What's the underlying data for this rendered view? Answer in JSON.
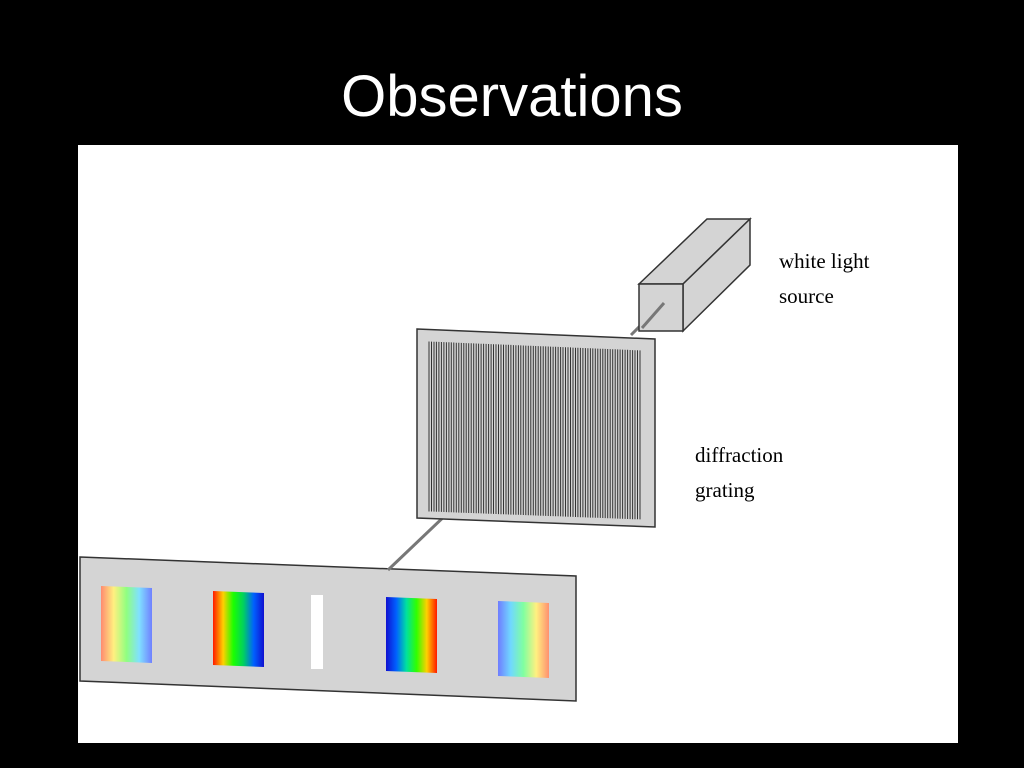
{
  "slide": {
    "title": "Observations"
  },
  "diagram": {
    "labels": {
      "light_source_line1": "white light",
      "light_source_line2": "source",
      "grating_line1": "diffraction",
      "grating_line2": "grating"
    },
    "colors": {
      "background": "#000000",
      "panel": "#ffffff",
      "object_fill": "#d4d4d4",
      "beam": "#777777",
      "grating_lines": "#333333"
    },
    "spectrum_bands": [
      {
        "id": "second-order-left",
        "direction": "violet-to-red-reversed"
      },
      {
        "id": "first-order-left",
        "direction": "red-to-violet"
      },
      {
        "id": "central-white",
        "direction": "white"
      },
      {
        "id": "first-order-right",
        "direction": "violet-to-red"
      },
      {
        "id": "second-order-right",
        "direction": "violet-to-red-pale"
      }
    ]
  }
}
